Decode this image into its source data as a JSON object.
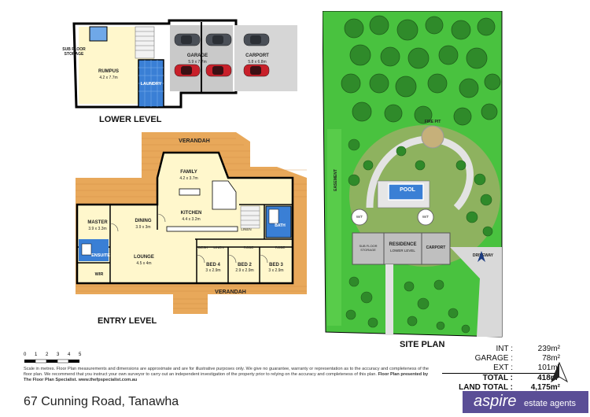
{
  "levels": {
    "lower": "LOWER LEVEL",
    "entry": "ENTRY LEVEL",
    "site": "SITE PLAN"
  },
  "lower_rooms": {
    "sub_floor": "SUB FLOOR STORAGE",
    "rumpus": "RUMPUS",
    "rumpus_dim": "4.2 x 7.7m",
    "laundry": "LAUNDRY",
    "garage": "GARAGE",
    "garage_dim": "5.9 x 7.7m",
    "carport": "CARPORT",
    "carport_dim": "5.8 x 6.8m"
  },
  "entry_rooms": {
    "verandah_top": "VERANDAH",
    "family": "FAMILY",
    "family_dim": "4.2 x 3.7m",
    "kitchen": "KITCHEN",
    "kitchen_dim": "4.4 x 3.2m",
    "dining": "DINING",
    "dining_dim": "3.9 x 3m",
    "master": "MASTER",
    "master_dim": "3.9 x 3.3m",
    "ensuite": "ENSUITE",
    "wir": "WIR",
    "lounge": "LOUNGE",
    "lounge_dim": "4.5 x 4m",
    "linen": "LINEN",
    "linen2": "LINEN",
    "bath": "BATH",
    "desk": "DESK",
    "robe1": "ROBE",
    "robe2": "ROBE",
    "bed4": "BED 4",
    "bed4_dim": "3 x 2.9m",
    "bed2": "BED 2",
    "bed2_dim": "2.9 x 2.9m",
    "bed3": "BED 3",
    "bed3_dim": "3 x 2.9m",
    "verandah_bottom": "VERANDAH"
  },
  "site_labels": {
    "fire_pit": "FIRE PIT",
    "easement": "EASEMENT",
    "pool": "POOL",
    "wt1": "W/T",
    "wt2": "W/T",
    "sub_floor": "SUB FLOOR STORAGE",
    "residence": "RESIDENCE",
    "residence_sub": "LOWER LEVEL",
    "carport": "CARPORT",
    "driveway": "DRIVEWAY"
  },
  "scale": {
    "ticks": [
      "0",
      "1",
      "2",
      "3",
      "4",
      "5"
    ],
    "caption": "Scale in metres"
  },
  "disclaimer": "Floor Plan measurements and dimensions are approximate and are for illustrative purposes only. We give no guarantee, warranty or representation as to the accuracy and completeness of the floor plan. We recommend that you instruct your own surveyor to carry out an independent investigation of the property prior to relying on the accuracy and completeness of this plan.",
  "credit": "Floor Plan presented by The Floor Plan Specialist. www.thefpspecialist.com.au",
  "areas": {
    "int_label": "INT :",
    "int_value": "239m²",
    "garage_label": "GARAGE :",
    "garage_value": "78m²",
    "ext_label": "EXT :",
    "ext_value": "101m²",
    "total_label": "TOTAL :",
    "total_value": "418m²",
    "land_label": "LAND TOTAL :",
    "land_value": "4,175m²"
  },
  "address": "67 Cunning Road, Tanawha",
  "logo": {
    "brand": "aspire",
    "tagline": "estate agents"
  },
  "colors": {
    "deck": "#e8a85a",
    "floor": "#fff7cc",
    "tile": "#3a7fd5",
    "grass": "#49c23f",
    "tree": "#2f8a2a",
    "concrete": "#bfbfbf",
    "brand": "#5a4e96"
  }
}
